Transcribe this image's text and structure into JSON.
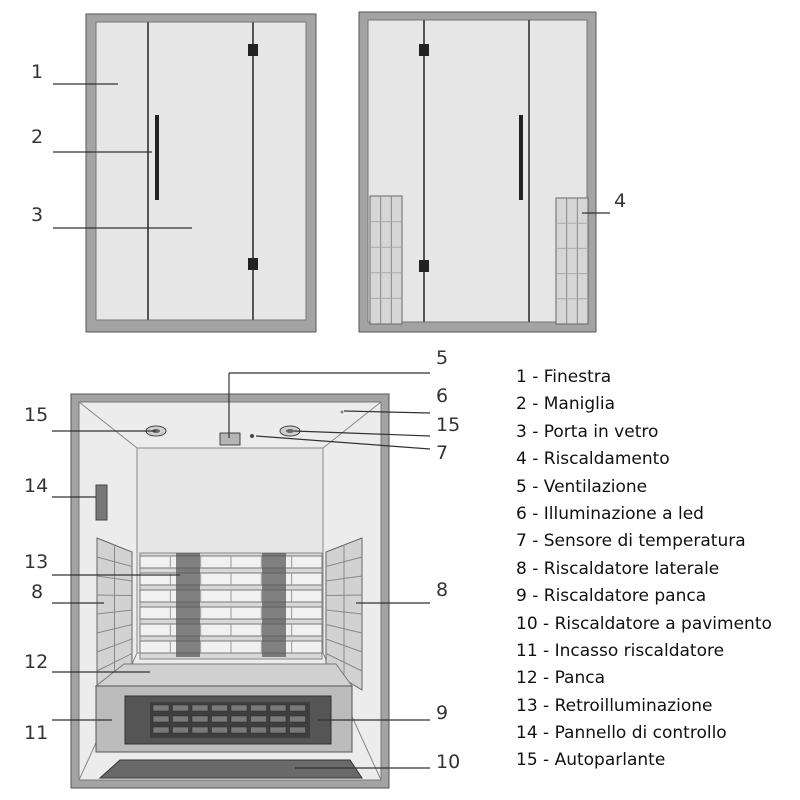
{
  "callouts": {
    "front": [
      "1",
      "2",
      "3"
    ],
    "back": [
      "4"
    ],
    "interior_left": [
      "15",
      "14",
      "13",
      "8",
      "12",
      "11"
    ],
    "interior_right": [
      "5",
      "6",
      "15",
      "7",
      "8",
      "9",
      "10"
    ]
  },
  "legend": [
    "1 - Finestra",
    "2 - Maniglia",
    "3 - Porta in vetro",
    "4 - Riscaldamento",
    "5 - Ventilazione",
    "6 - Illuminazione a led",
    "7 -  Sensore di temperatura",
    "8 - Riscaldatore laterale",
    "9 - Riscaldatore panca",
    "10 - Riscaldatore a pavimento",
    "11 - Incasso riscaldatore",
    "12 - Panca",
    "13 - Retroilluminazione",
    "14 - Pannello di controllo",
    "15 - Autoparlante"
  ],
  "colors": {
    "frame": "#a3a3a3",
    "glass": "#e6e6e6",
    "line": "#333333",
    "hardware": "#222222",
    "bench": "#d0d0d0",
    "heater": "#555555"
  }
}
